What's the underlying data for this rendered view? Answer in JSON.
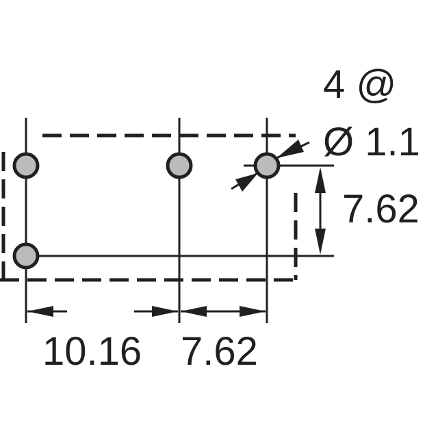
{
  "drawing": {
    "ink_color": "#231f20",
    "pad_fill": "#b9bbbd",
    "hole_note_count": "4 @",
    "hole_note_diameter": "Ø 1.1",
    "vertical_spacing": "7.62",
    "horizontal_spacing_left": "10.16",
    "horizontal_spacing_right": "7.62"
  }
}
